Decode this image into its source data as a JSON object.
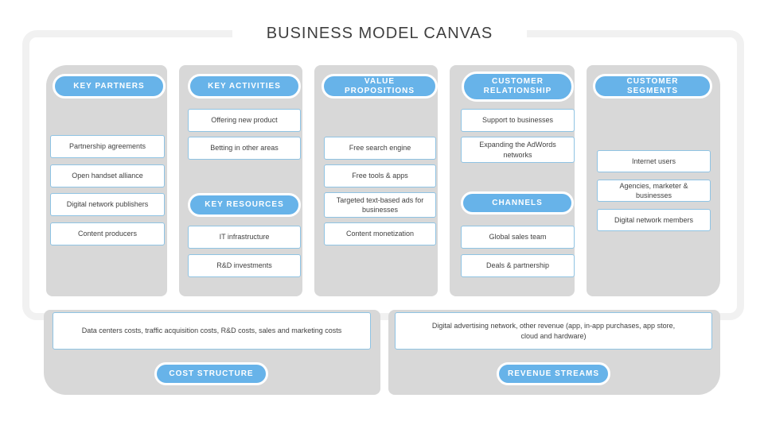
{
  "page": {
    "title": "BUSINESS MODEL CANVAS"
  },
  "colors": {
    "accent_blue": "#67b3e9",
    "panel_gray": "#d8d8d8",
    "frame_gray": "#f1f1f1",
    "box_border_blue": "#8fc3e3",
    "text_dark": "#3f3f3f"
  },
  "sections": {
    "key_partners": {
      "title": "KEY PARTNERS",
      "items": [
        "Partnership agreements",
        "Open handset alliance",
        "Digital network publishers",
        "Content producers"
      ]
    },
    "key_activities": {
      "title": "KEY ACTIVITIES",
      "items": [
        "Offering new product",
        "Betting in other areas"
      ]
    },
    "key_resources": {
      "title": "KEY RESOURCES",
      "items": [
        "IT infrastructure",
        "R&D investments"
      ]
    },
    "value_propositions": {
      "title": "VALUE PROPOSITIONS",
      "items": [
        "Free search engine",
        "Free tools & apps",
        "Targeted text-based ads for businesses",
        "Content monetization"
      ]
    },
    "customer_relationship": {
      "title": "CUSTOMER RELATIONSHIP",
      "items": [
        "Support to businesses",
        "Expanding the AdWords networks"
      ]
    },
    "channels": {
      "title": "CHANNELS",
      "items": [
        "Global sales team",
        "Deals & partnership"
      ]
    },
    "customer_segments": {
      "title": "CUSTOMER SEGMENTS",
      "items": [
        "Internet users",
        "Agencies, marketer & businesses",
        "Digital network members"
      ]
    },
    "cost_structure": {
      "title": "COST STRUCTURE",
      "text": "Data centers costs, traffic acquisition costs, R&D costs, sales and marketing costs"
    },
    "revenue_streams": {
      "title": "REVENUE STREAMS",
      "text": "Digital advertising network, other revenue (app, in-app purchases, app store, cloud and hardware)"
    }
  }
}
